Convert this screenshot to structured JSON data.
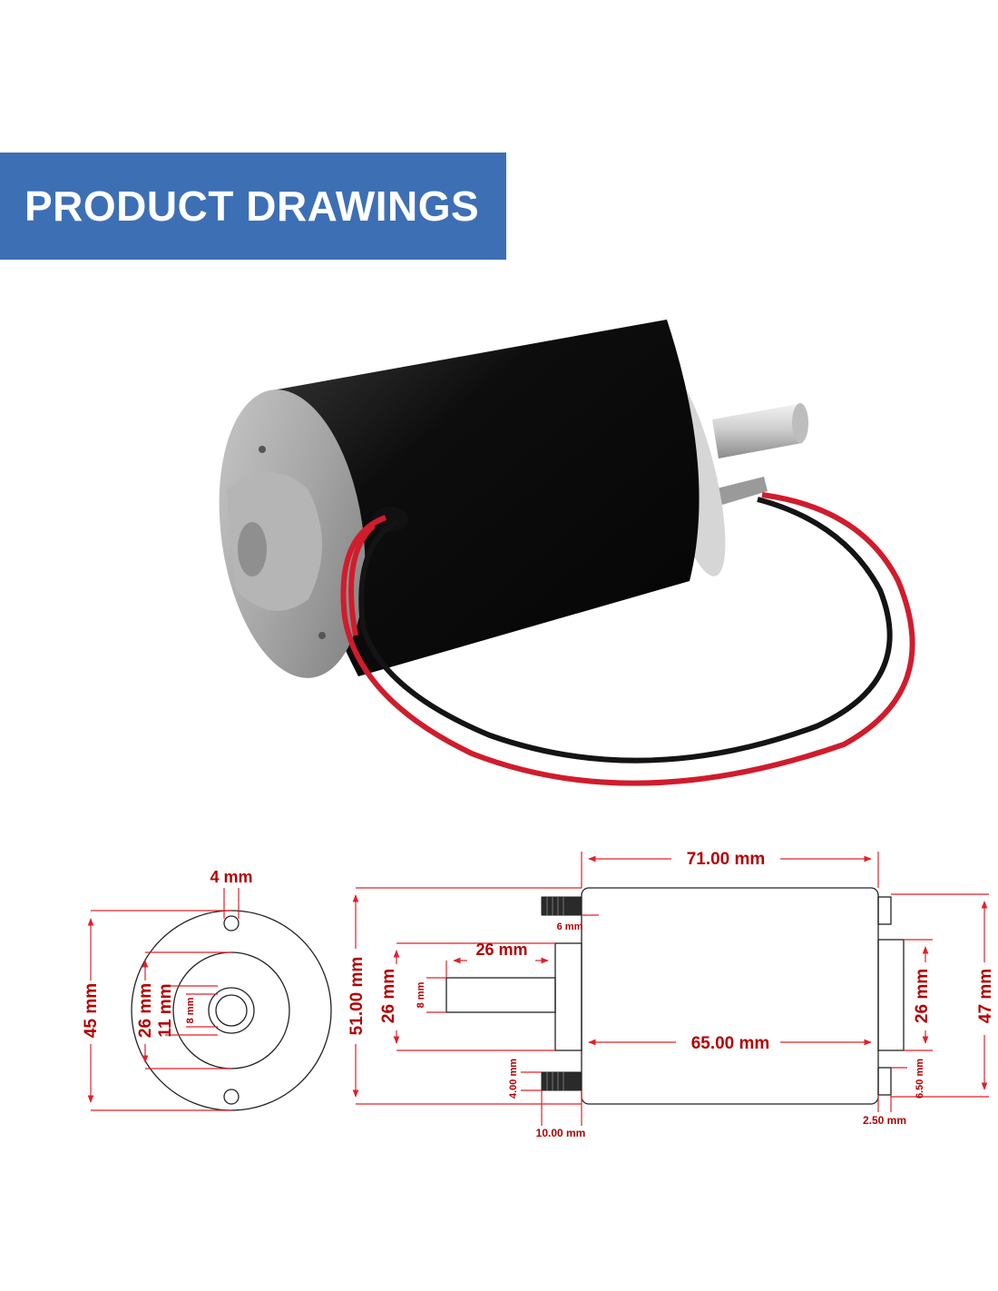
{
  "banner": {
    "title": "PRODUCT DRAWINGS",
    "color": "#3d6fb4"
  },
  "photo": {
    "subject": "dc-motor-with-red-black-wires"
  },
  "front_view": {
    "dim_hole": "4 mm",
    "dim_flange": "45 mm",
    "dim_boss": "26 mm",
    "dim_hub": "11 mm",
    "dim_shaft": "8 mm"
  },
  "side_view": {
    "dim_length": "71.00 mm",
    "dim_height": "51.00 mm",
    "dim_boss": "26 mm",
    "dim_shaft_len": "26 mm",
    "dim_shaft_dia": "8 mm",
    "dim_stud_h": "6 mm",
    "dim_body": "65.00 mm",
    "dim_stud_dia": "4.00 mm",
    "dim_stud_len": "10.00 mm",
    "dim_rear_boss": "26 mm",
    "dim_rear_height": "47 mm",
    "dim_tab_h": "6.50 mm",
    "dim_tab_w": "2.50 mm"
  },
  "colors": {
    "dimension": "#e0202a",
    "label": "#b30000"
  }
}
